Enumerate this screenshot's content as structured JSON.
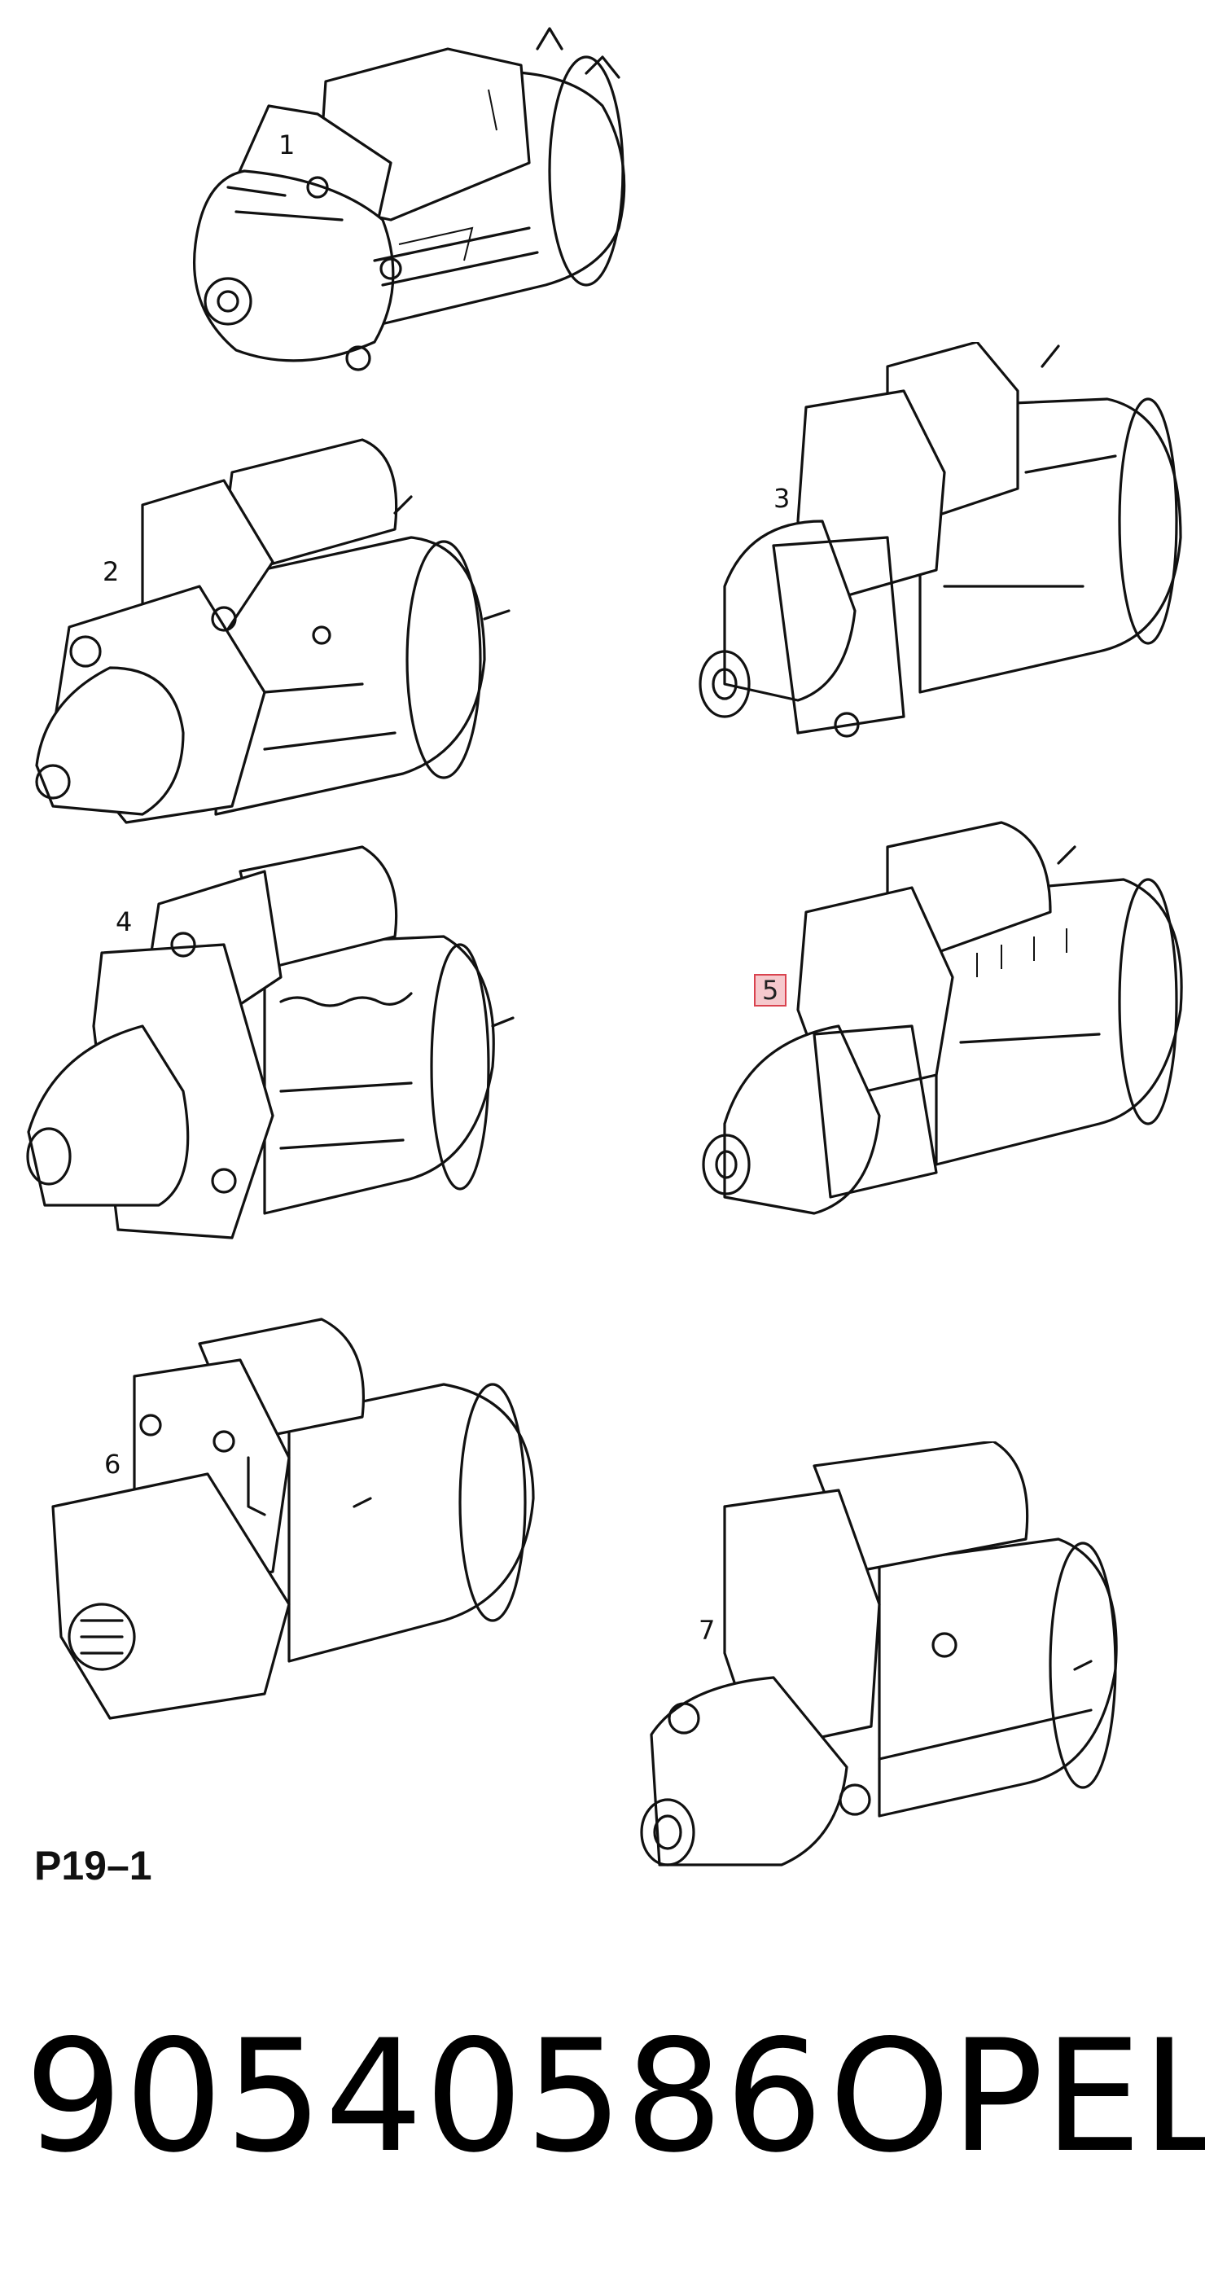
{
  "diagram": {
    "code": "P19–1",
    "labels": [
      {
        "id": "1",
        "text": "1",
        "highlighted": false
      },
      {
        "id": "2",
        "text": "2",
        "highlighted": false
      },
      {
        "id": "3",
        "text": "3",
        "highlighted": false
      },
      {
        "id": "4",
        "text": "4",
        "highlighted": false
      },
      {
        "id": "5",
        "text": "5",
        "highlighted": true
      },
      {
        "id": "6",
        "text": "6",
        "highlighted": false
      },
      {
        "id": "7",
        "text": "7",
        "highlighted": false
      }
    ],
    "highlight_color": "#d9434f",
    "highlight_fill": "#f6c9cd"
  },
  "footer": {
    "part_number": "90540586",
    "brand": "OPEL"
  }
}
